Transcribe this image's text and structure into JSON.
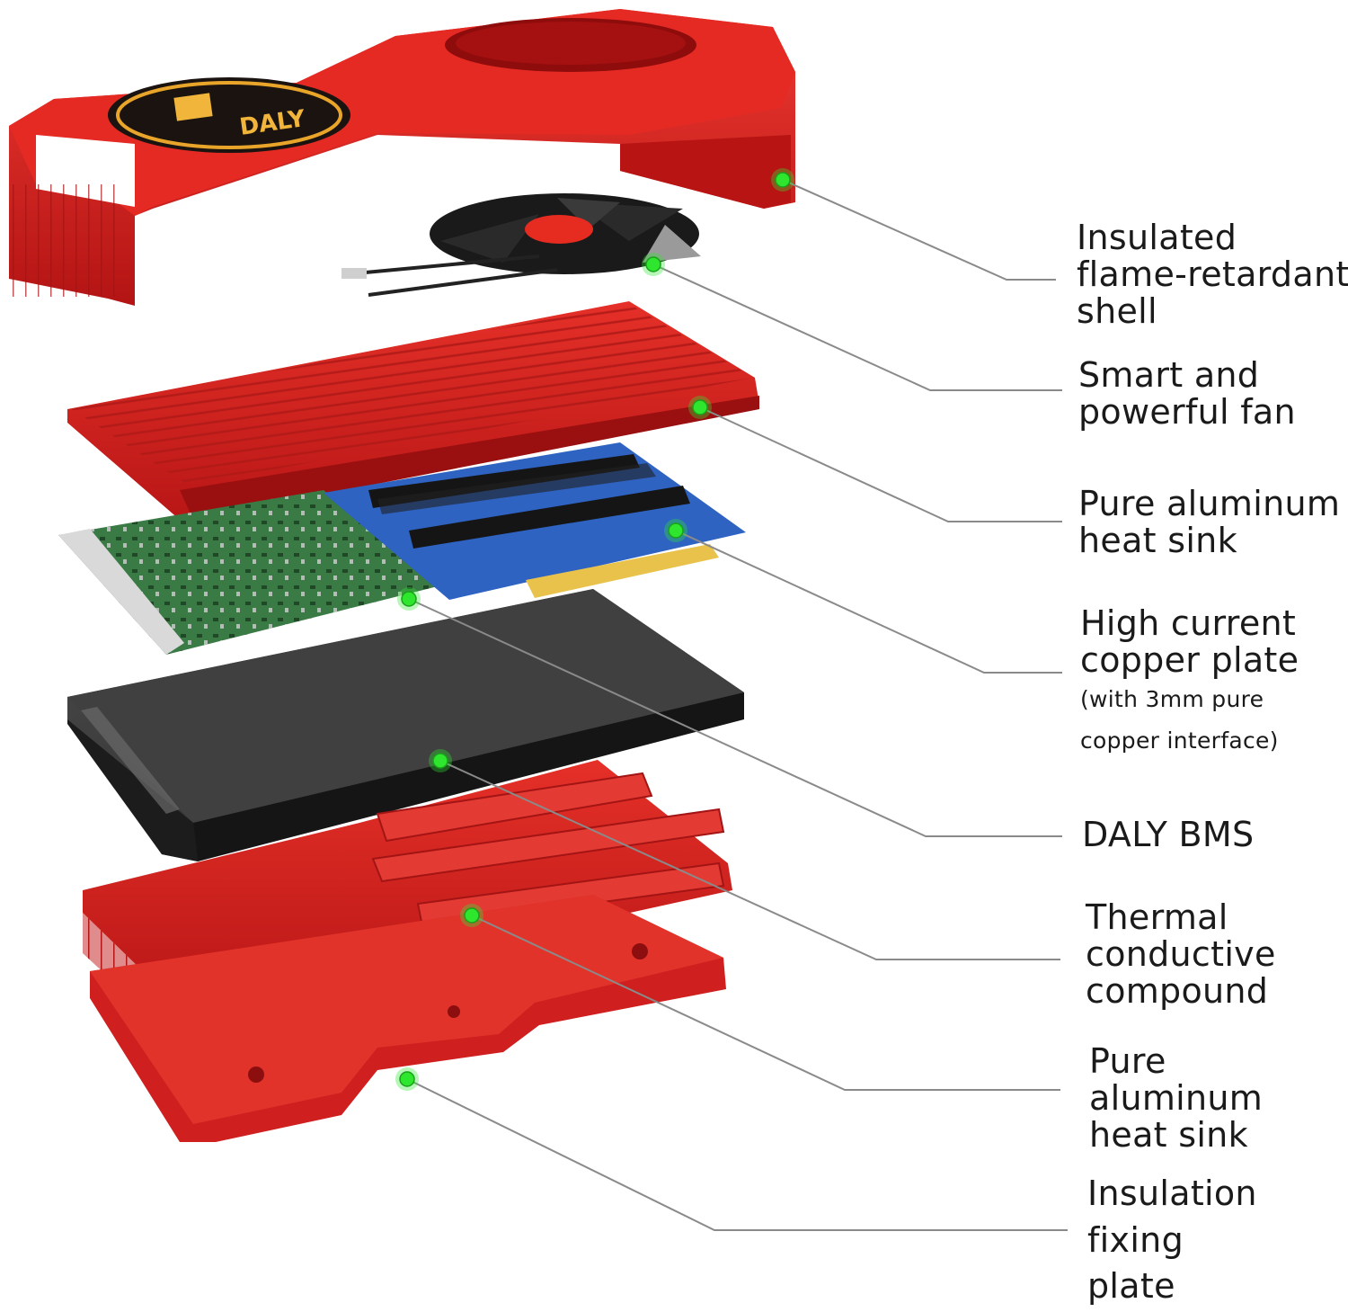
{
  "brand": {
    "logo_text": "DALY"
  },
  "colors": {
    "shell_red": "#d81e1e",
    "shell_dark_red": "#9a0d0d",
    "heatsink_red": "#d42020",
    "pcb_green": "#2f6e3a",
    "pcb_blue": "#2b5fb5",
    "bms_black": "#2d2d2d",
    "marker_green": "#2ee62e",
    "leader_gray": "#8a8a8a",
    "copper_gold": "#e8c24a"
  },
  "components": [
    {
      "id": "shell",
      "label_lines": [
        "Insulated",
        "flame-retardant",
        "shell"
      ]
    },
    {
      "id": "fan",
      "label_lines": [
        "Smart and",
        "powerful fan"
      ]
    },
    {
      "id": "top-heatsink",
      "label_lines": [
        "Pure aluminum",
        "heat sink"
      ]
    },
    {
      "id": "copper-plate",
      "label_lines": [
        "High current",
        "copper plate"
      ],
      "note_lines": [
        "(with 3mm pure",
        "copper interface)"
      ]
    },
    {
      "id": "bms",
      "label_lines": [
        "DALY BMS"
      ]
    },
    {
      "id": "thermal-compound",
      "label_lines": [
        "Thermal",
        "conductive",
        "compound"
      ]
    },
    {
      "id": "bottom-heatsink",
      "label_lines": [
        "Pure",
        "aluminum",
        "heat sink"
      ]
    },
    {
      "id": "fixing-plate",
      "label_lines": [
        "Insulation",
        "fixing",
        "plate"
      ]
    }
  ]
}
